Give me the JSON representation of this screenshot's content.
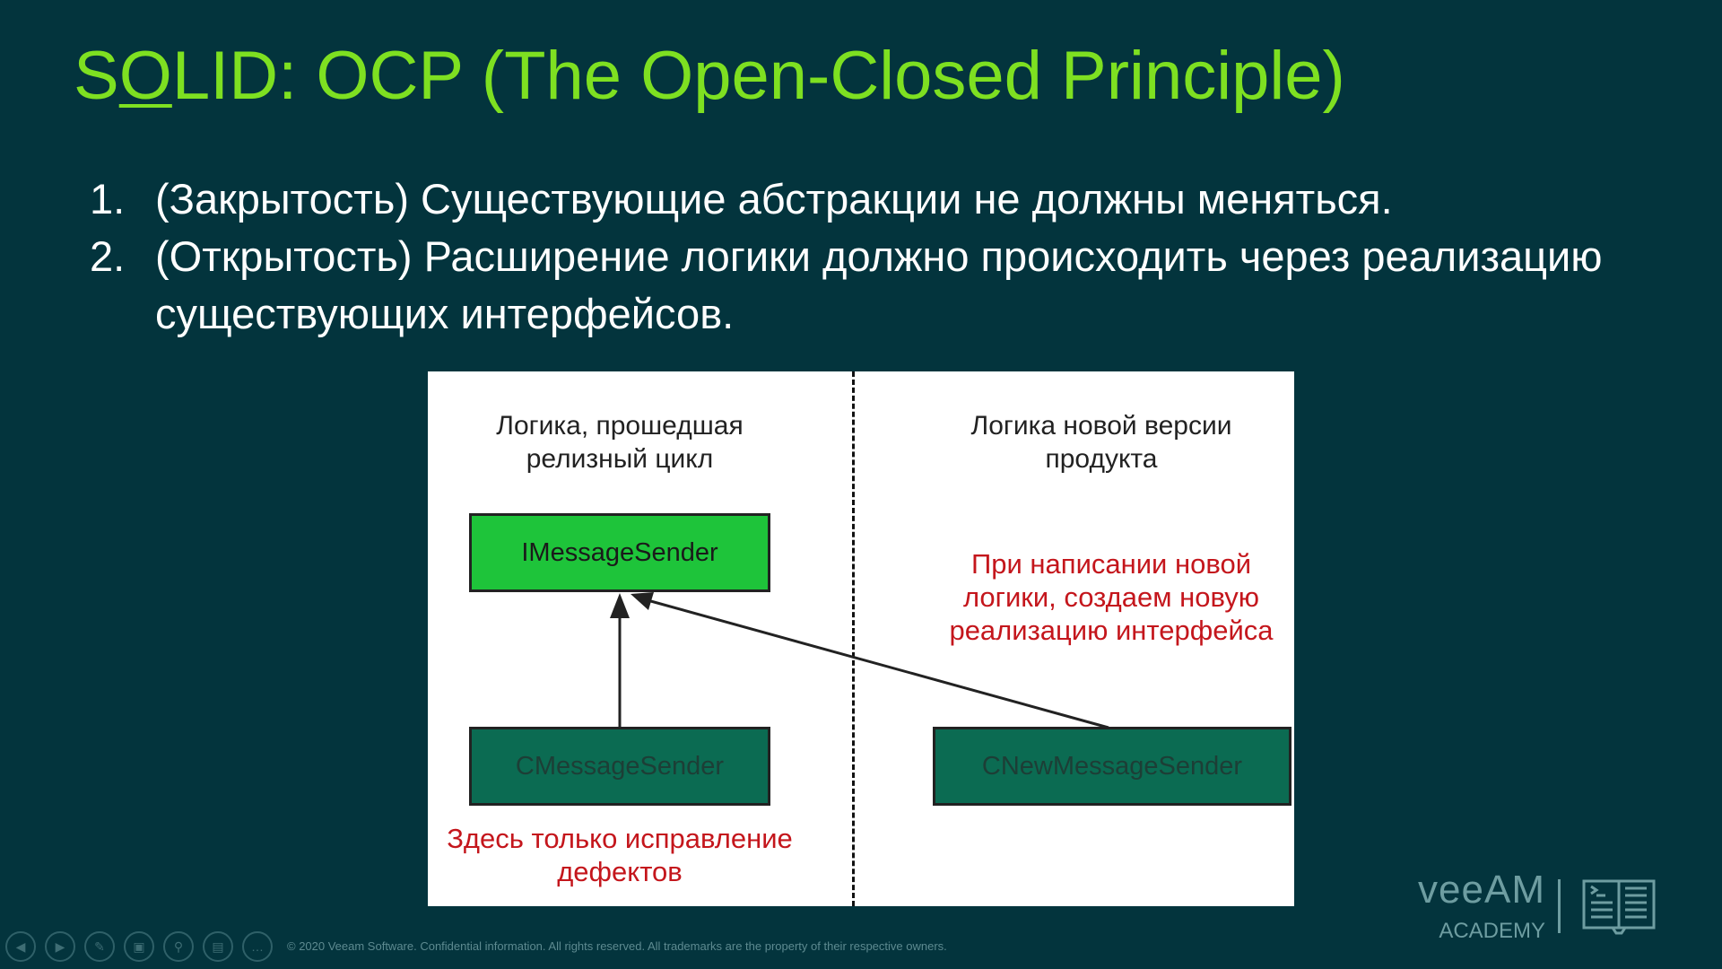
{
  "title": {
    "pre": "S",
    "underlined": "O",
    "post": "LID: OCP (The Open-Closed Principle)"
  },
  "points": [
    {
      "num": "1.",
      "text": "(Закрытость) Существующие абстракции не должны меняться."
    },
    {
      "num": "2.",
      "text": "(Открытость) Расширение логики должно происходить через реализацию существующих интерфейсов."
    }
  ],
  "diagram": {
    "left_heading": [
      "Логика, прошедшая",
      "релизный цикл"
    ],
    "right_heading": [
      "Логика новой версии",
      "продукта"
    ],
    "interface": "IMessageSender",
    "old_impl": "CMessageSender",
    "new_impl": "CNewMessageSender",
    "right_note": [
      "При написании новой",
      "логики, создаем новую",
      "реализацию интерфейса"
    ],
    "bottom_note": [
      "Здесь только исправление",
      "дефектов"
    ],
    "colors": {
      "interface": "#1ec43a",
      "impl": "#0b6b52",
      "note": "#c4161c"
    }
  },
  "footer": "© 2020 Veeam Software. Confidential information. All rights reserved. All trademarks are the property of their respective owners.",
  "logo": {
    "brand": "veeAM",
    "sub": "ACADEMY"
  }
}
